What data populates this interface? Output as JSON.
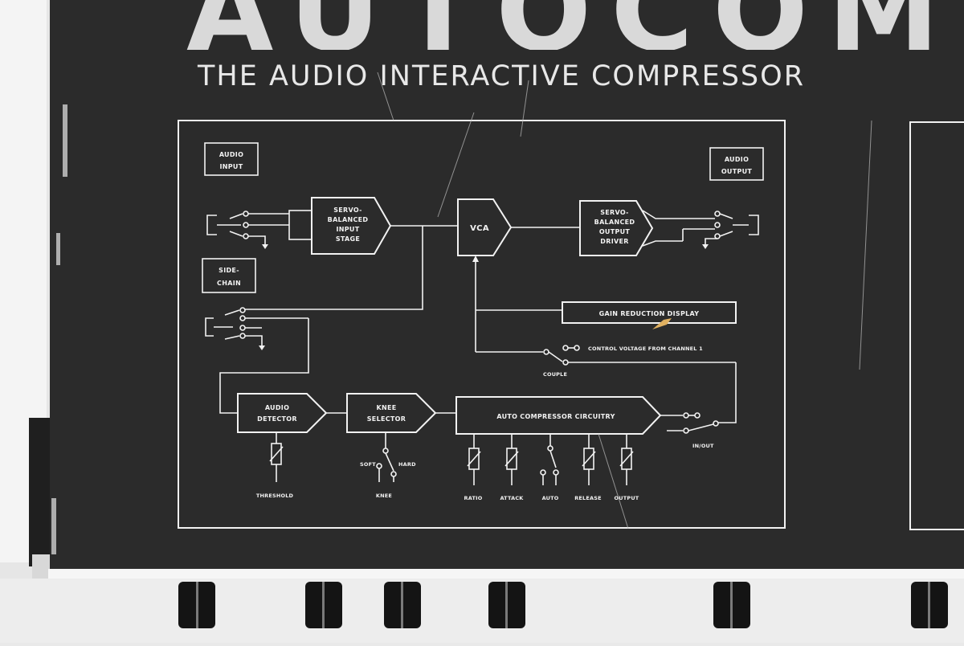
{
  "brand": {
    "logo_text": "AUTOCOM",
    "tagline": "THE AUDIO INTERACTIVE COMPRESSOR"
  },
  "diagram": {
    "audio_input": [
      "AUDIO",
      "INPUT"
    ],
    "audio_output": [
      "AUDIO",
      "OUTPUT"
    ],
    "side_chain": [
      "SIDE-",
      "CHAIN"
    ],
    "input_stage": [
      "SERVO-",
      "BALANCED",
      "INPUT",
      "STAGE"
    ],
    "vca": "VCA",
    "output_driver": [
      "SERVO-",
      "BALANCED",
      "OUTPUT",
      "DRIVER"
    ],
    "gain_reduction": "GAIN REDUCTION DISPLAY",
    "control_voltage": "CONTROL VOLTAGE FROM CHANNEL 1",
    "couple": "COUPLE",
    "audio_detector": [
      "AUDIO",
      "DETECTOR"
    ],
    "knee_selector": [
      "KNEE",
      "SELECTOR"
    ],
    "auto_compressor": "AUTO COMPRESSOR CIRCUITRY",
    "in_out": "IN/OUT",
    "threshold": "THRESHOLD",
    "knee": "KNEE",
    "soft": "SOFT",
    "hard": "HARD",
    "ratio": "RATIO",
    "attack": "ATTACK",
    "auto": "AUTO",
    "release": "RELEASE",
    "output": "OUTPUT"
  },
  "colors": {
    "panel": "#2b2b2b",
    "ink": "#f2f2f2",
    "knob": "#141414",
    "chassis": "#e6e6e6",
    "accent_scratch": "#e0b060"
  }
}
